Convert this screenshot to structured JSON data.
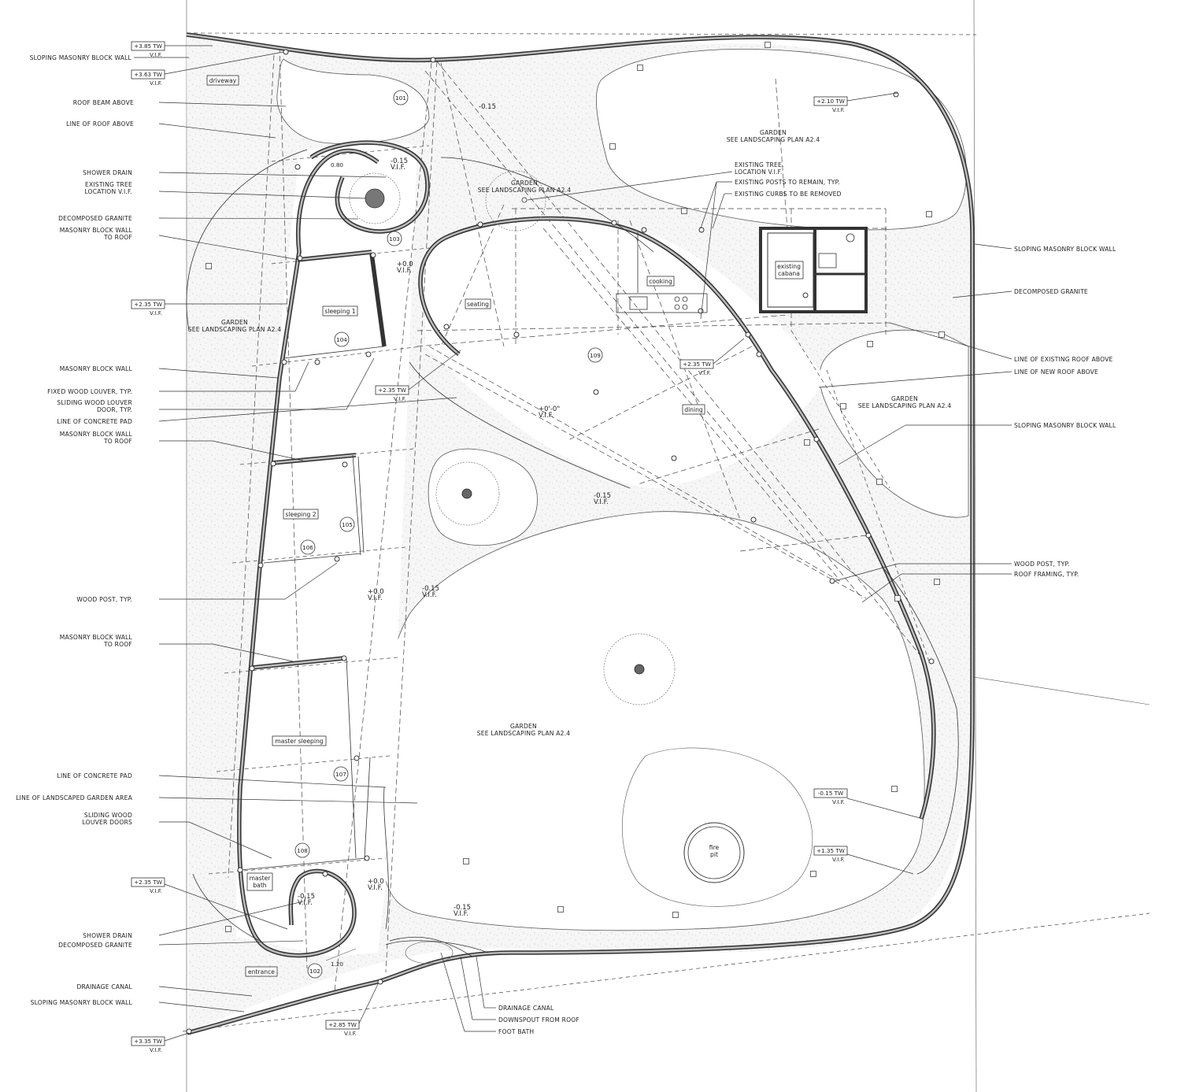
{
  "labels": {
    "l_sloping_top": "SLOPING MASONRY BLOCK WALL",
    "l_roof_beam": "ROOF BEAM ABOVE",
    "l_line_roof": "LINE OF ROOF ABOVE",
    "l_shower_drain_1": "SHOWER DRAIN",
    "l_existing_tree_1a": "EXISTING TREE",
    "l_existing_tree_1b": "LOCATION V.I.F.",
    "l_decomposed_1": "DECOMPOSED GRANITE",
    "l_masonry_roof_1a": "MASONRY BLOCK WALL",
    "l_masonry_roof_1b": "TO ROOF",
    "l_masonry_wall": "MASONRY BLOCK WALL",
    "l_fixed_louver": "FIXED WOOD LOUVER, TYP.",
    "l_sliding_louver_a": "SLIDING WOOD LOUVER",
    "l_sliding_louver_b": "DOOR, TYP.",
    "l_concrete_pad_1": "LINE OF CONCRETE PAD",
    "l_masonry_roof_2a": "MASONRY BLOCK WALL",
    "l_masonry_roof_2b": "TO ROOF",
    "l_wood_post_left": "WOOD POST, TYP.",
    "l_masonry_roof_3a": "MASONRY BLOCK WALL",
    "l_masonry_roof_3b": "TO ROOF",
    "l_concrete_pad_2": "LINE OF CONCRETE PAD",
    "l_landscaped": "LINE OF LANDSCAPED GARDEN AREA",
    "l_sliding_doors_a": "SLIDING WOOD",
    "l_sliding_doors_b": "LOUVER DOORS",
    "l_shower_drain_2": "SHOWER DRAIN",
    "l_decomposed_2": "DECOMPOSED GRANITE",
    "l_drainage_left": "DRAINAGE CANAL",
    "l_sloping_bottom": "SLOPING MASONRY BLOCK WALL",
    "r_sloping_1": "SLOPING MASONRY BLOCK WALL",
    "r_decomposed": "DECOMPOSED GRANITE",
    "r_existing_roof": "LINE OF EXISTING ROOF ABOVE",
    "r_new_roof": "LINE OF NEW ROOF ABOVE",
    "r_sloping_2": "SLOPING MASONRY BLOCK WALL",
    "r_wood_post": "WOOD POST, TYP.",
    "r_roof_framing": "ROOF FRAMING, TYP.",
    "t_existing_tree_a": "EXISTING TREE.",
    "t_existing_tree_b": "LOCATION V.I.F.",
    "t_posts_remain": "EXISTING POSTS TO REMAIN, TYP.",
    "t_curbs_removed": "EXISTING CURBS TO BE REMOVED",
    "b_drainage": "DRAINAGE CANAL",
    "b_downspout": "DOWNSPOUT FROM ROOF",
    "b_foot_bath": "FOOT BATH"
  },
  "tw_tags": {
    "t1": "+3.85 TW",
    "t2": "+3.63 TW",
    "t3": "+2.35 TW",
    "t4": "+2.35 TW",
    "t5": "+2.35 TW",
    "t6": "+2.10 TW",
    "t7": "-0.15 TW",
    "t8": "+1.35 TW",
    "t9": "+2.35 TW",
    "t10": "+2.85 TW",
    "t11": "+3.35 TW",
    "vif": "V.I.F."
  },
  "elevations": {
    "e1": "-0.15",
    "e2": "-0.15",
    "e3": "+0.0",
    "e4": "+0'-0\"",
    "e5": "-0.15",
    "e6": "+0.0",
    "e7": "-0.15",
    "e8": "+0.0",
    "e9": "-0.15",
    "e10": "-0.15",
    "vif": "V.I.F."
  },
  "rooms": {
    "driveway": "driveway",
    "sleeping1": "sleeping 1",
    "sleeping2": "sleeping 2",
    "master_sleeping": "master sleeping",
    "master_bath_a": "master",
    "master_bath_b": "bath",
    "entrance": "entrance",
    "seating": "seating",
    "cooking": "cooking",
    "dining": "dining",
    "cabana_a": "existing",
    "cabana_b": "cabana",
    "fire_a": "fire",
    "fire_b": "pit"
  },
  "room_numbers": [
    "101",
    "102",
    "103",
    "104",
    "105",
    "106",
    "107",
    "108",
    "109"
  ],
  "gardens": {
    "title": "GARDEN",
    "see": "SEE LANDSCAPING PLAN A2.4"
  },
  "dims": {
    "d1": "0.80",
    "d2": "1.20"
  }
}
